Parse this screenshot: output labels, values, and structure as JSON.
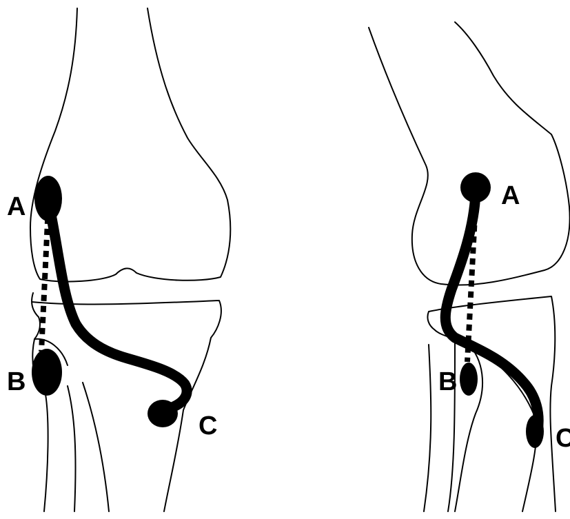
{
  "figure": {
    "colors": {
      "ink": "#000000",
      "background": "#ffffff"
    },
    "anterior_view": {
      "labels": {
        "a": "A",
        "b": "B",
        "c": "C"
      }
    },
    "lateral_view": {
      "labels": {
        "a": "A",
        "b": "B",
        "c": "C"
      }
    }
  }
}
